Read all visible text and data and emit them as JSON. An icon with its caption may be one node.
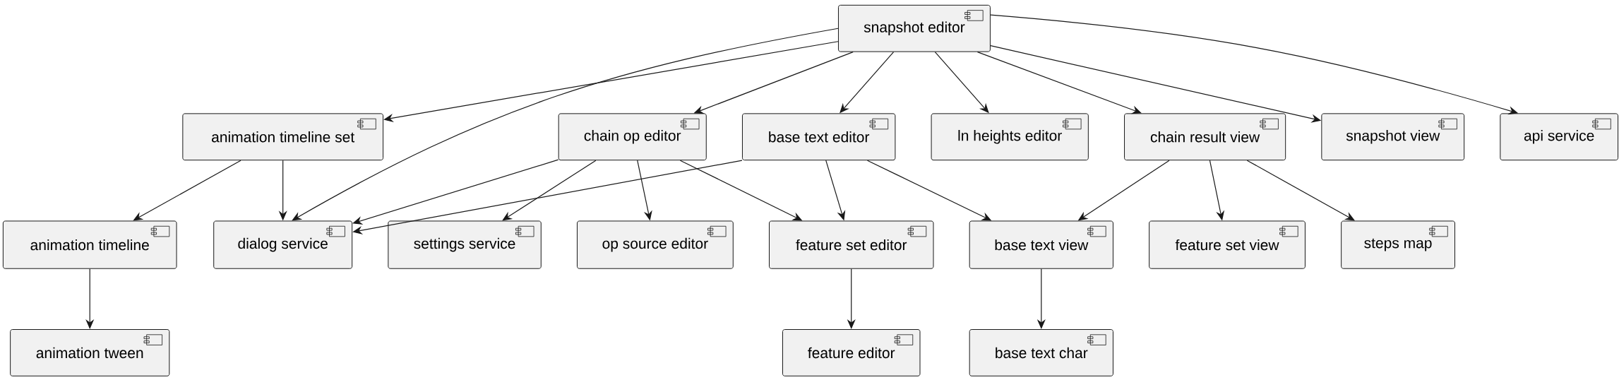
{
  "diagram": {
    "nodes": [
      {
        "text": [
          "snapshot editor"
        ]
      },
      {
        "text": [
          "animation timeline set"
        ]
      },
      {
        "text": [
          "chain op editor"
        ]
      },
      {
        "text": [
          "base text editor"
        ]
      },
      {
        "text": [
          "ln heights editor"
        ]
      },
      {
        "text": [
          "chain result view"
        ]
      },
      {
        "text": [
          "snapshot view"
        ]
      },
      {
        "text": [
          "api service"
        ]
      },
      {
        "text": [
          "animation timeline"
        ]
      },
      {
        "text": [
          "dialog service"
        ]
      },
      {
        "text": [
          "settings service"
        ]
      },
      {
        "text": [
          "op source editor"
        ]
      },
      {
        "text": [
          "feature set editor"
        ]
      },
      {
        "text": [
          "base text view"
        ]
      },
      {
        "text": [
          "feature set view"
        ]
      },
      {
        "text": [
          "steps map"
        ]
      },
      {
        "text": [
          "animation tween"
        ]
      },
      {
        "text": [
          "feature editor"
        ]
      },
      {
        "text": [
          "base text char"
        ]
      }
    ],
    "edges": [
      {
        "from": 0,
        "to": 1,
        "arrow": "to"
      },
      {
        "from": 0,
        "to": 9,
        "arrow": "to"
      },
      {
        "from": 0,
        "to": 2,
        "arrow": "to"
      },
      {
        "from": 0,
        "to": 3,
        "arrow": "to"
      },
      {
        "from": 0,
        "to": 4,
        "arrow": "to"
      },
      {
        "from": 0,
        "to": 5,
        "arrow": "to"
      },
      {
        "from": 0,
        "to": 6,
        "arrow": "to"
      },
      {
        "from": 0,
        "to": 7,
        "arrow": "to"
      },
      {
        "from": 1,
        "to": 8,
        "arrow": "to"
      },
      {
        "from": 1,
        "to": 9,
        "arrow": "to"
      },
      {
        "from": 2,
        "to": 9,
        "arrow": "to"
      },
      {
        "from": 2,
        "to": 10,
        "arrow": "to"
      },
      {
        "from": 2,
        "to": 11,
        "arrow": "to"
      },
      {
        "from": 2,
        "to": 12,
        "arrow": "to"
      },
      {
        "from": 3,
        "to": 9,
        "arrow": "to"
      },
      {
        "from": 3,
        "to": 12,
        "arrow": "to"
      },
      {
        "from": 3,
        "to": 13,
        "arrow": "to"
      },
      {
        "from": 5,
        "to": 13,
        "arrow": "to"
      },
      {
        "from": 5,
        "to": 14,
        "arrow": "to"
      },
      {
        "from": 5,
        "to": 15,
        "arrow": "to"
      },
      {
        "from": 8,
        "to": 16,
        "arrow": "to"
      },
      {
        "from": 12,
        "to": 17,
        "arrow": "to"
      },
      {
        "from": 13,
        "to": 18,
        "arrow": "to"
      }
    ]
  }
}
